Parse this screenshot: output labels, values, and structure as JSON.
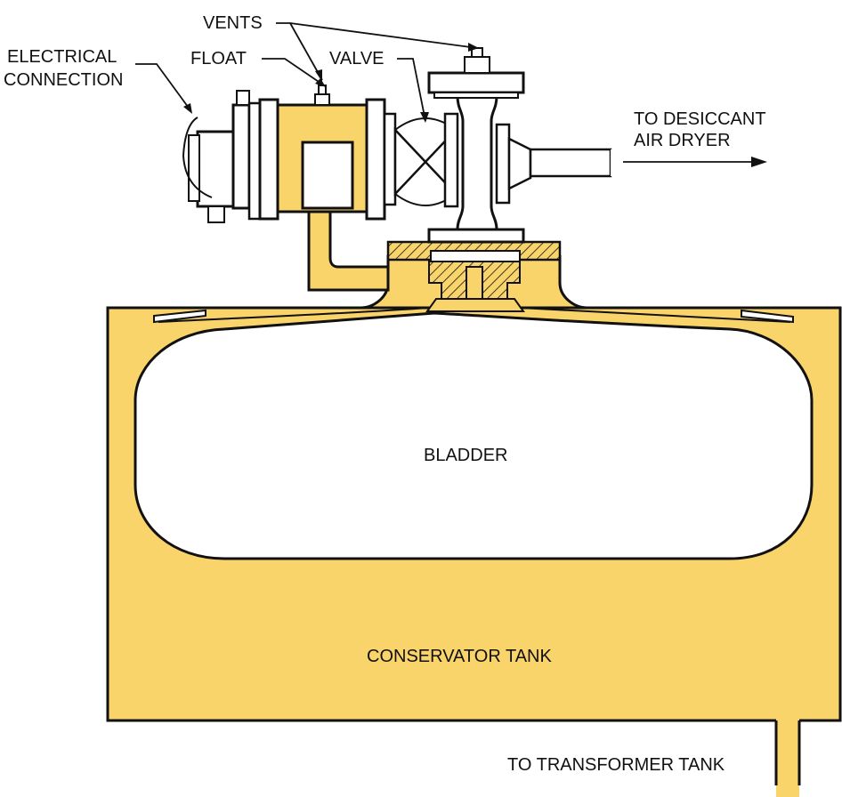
{
  "colors": {
    "fill": "#F9D46B",
    "stroke": "#111111",
    "background": "#FFFFFF",
    "bladder": "#FFFFFF"
  },
  "labels": {
    "electrical_1": "ELECTRICAL",
    "electrical_2": "CONNECTION",
    "float": "FLOAT",
    "vents": "VENTS",
    "valve": "VALVE",
    "desiccant_1": "TO DESICCANT",
    "desiccant_2": "AIR DRYER",
    "bladder": "BLADDER",
    "tank": "CONSERVATOR TANK",
    "transformer": "TO TRANSFORMER TANK"
  }
}
